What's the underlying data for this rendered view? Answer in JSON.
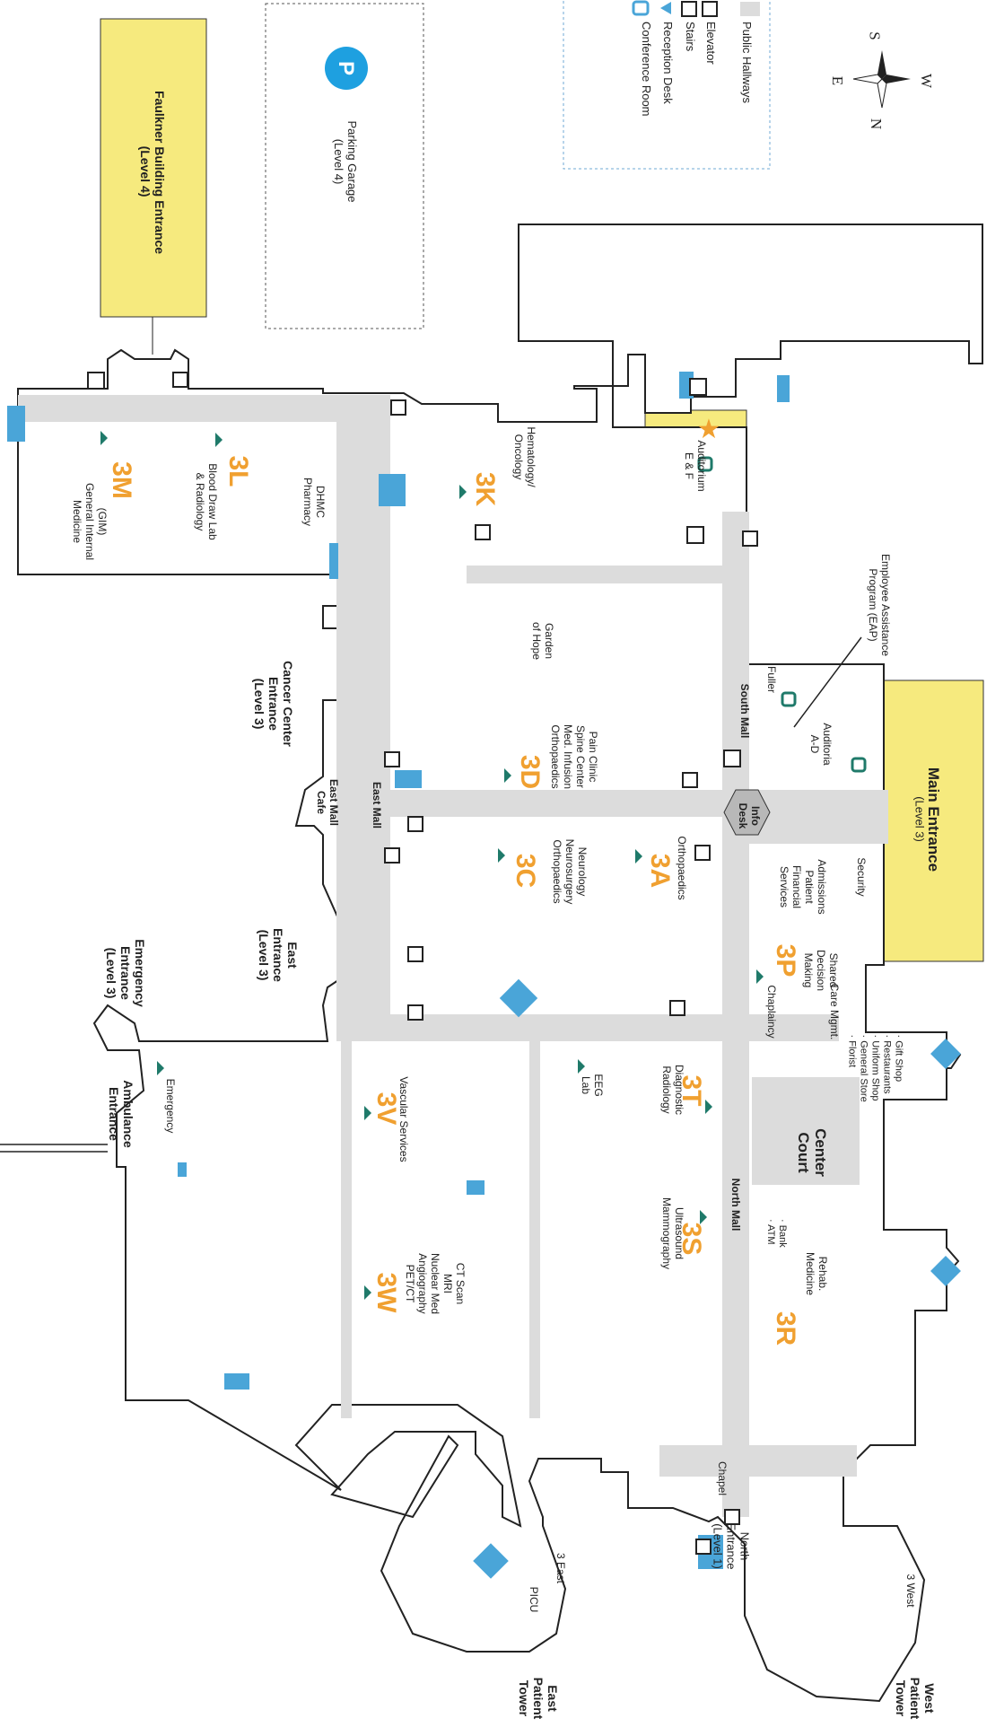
{
  "legend": {
    "items": [
      "Public Hallways",
      "Elevator",
      "Stairs",
      "Reception Desk",
      "Conference Room"
    ]
  },
  "compass": {
    "n": "N",
    "s": "S",
    "e": "E",
    "w": "W"
  },
  "entrances": {
    "faulkner": "Faulkner Building Entrance\n(Level 4)",
    "parking": "Parking Garage\n(Level 4)",
    "main": "Main Entrance",
    "main_level": "(Level 3)",
    "cancer_center": "Cancer Center\nEntrance\n(Level 3)",
    "east": "East\nEntrance\n(Level 3)",
    "emergency": "Emergency\nEntrance\n(Level 3)",
    "ambulance": "Ambulance\nEntrance",
    "north": "North\nEntrance\n(Level 1)"
  },
  "units": {
    "3M": {
      "code": "3M",
      "text": "(GIM)\nGeneral Internal\nMedicine"
    },
    "3L": {
      "code": "3L",
      "text": "Blood Draw Lab\n& Radiology"
    },
    "3K": {
      "code": "3K",
      "text": "Hematology/\nOncology"
    },
    "3D": {
      "code": "3D",
      "text": "Pain Clinic\nSpine Center\nMed. Infusion\nOrthopaedics"
    },
    "3C": {
      "code": "3C",
      "text": "Neurology\nNeurosurgery\nOrthopaedics"
    },
    "3A": {
      "code": "3A",
      "text": "Orthopaedics"
    },
    "3P": {
      "code": "3P",
      "text": "Shared\nDecision\nMaking"
    },
    "3T": {
      "code": "3T",
      "text": "Diagnostic\nRadiology"
    },
    "3S": {
      "code": "3S",
      "text": "Ultrasound\nMammography"
    },
    "3R": {
      "code": "3R",
      "text": "Rehab.\nMedicine"
    },
    "3V": {
      "code": "3V",
      "text": "Vascular Services"
    },
    "3W": {
      "code": "3W",
      "text": "CT Scan\nMRI\nNuclear Med\nAngiography\nPET/CT"
    }
  },
  "places": {
    "dhmc_pharmacy": "DHMC\nPharmacy",
    "auditorium_ef": "Auditorium\nE & F",
    "eap": "Employee Assistance\nProgram (EAP)",
    "garden": "Garden\nof Hope",
    "fuller": "Fuller",
    "auditoria": "Auditoria\nA-D",
    "south_mall": "South Mall",
    "info_desk": "Info\nDesk",
    "east_mall": "East Mall",
    "east_mall_cafe": "East Mall\nCafe",
    "security": "Security",
    "admissions": "Admissions\nPatient\nFinancial\nServices",
    "chaplaincy": "Chaplaincy",
    "care_mgmt": "Care Mgmt.",
    "center_court": "Center\nCourt",
    "shops": "· Gift Shop\n· Restaurants\n· Uniform Shop\n· General Store\n· Florist",
    "north_mall": "North Mall",
    "bank": "· Bank\n· ATM",
    "eeg_lab": "EEG\nLab",
    "emergency": "Emergency",
    "chapel": "Chapel",
    "east_3": "3 East",
    "picu": "PICU",
    "west_3": "3 West",
    "east_patient_tower": "East\nPatient\nTower",
    "west_patient_tower": "West\nPatient\nTower"
  },
  "colors": {
    "hallway": "#dcdcdc",
    "entrance_yellow": "#f6ea7e",
    "accent_blue": "#4aa5d8",
    "unit_orange": "#f0a030",
    "reception_green": "#1f7a6a"
  }
}
